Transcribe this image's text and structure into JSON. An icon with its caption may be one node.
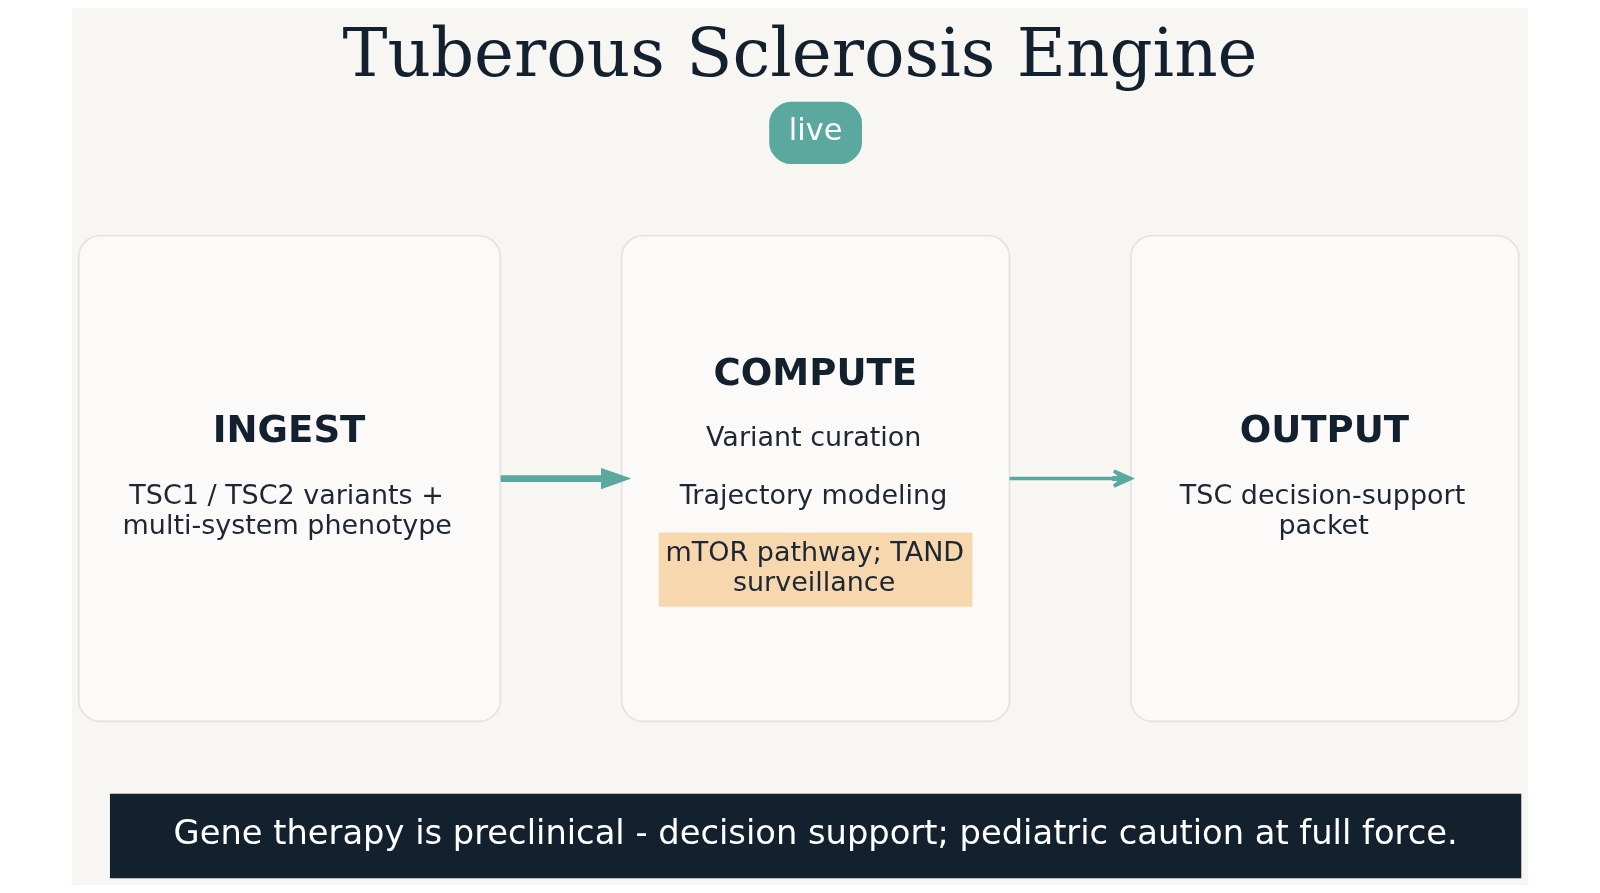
{
  "diagram": {
    "title": "Tuberous Sclerosis Engine",
    "nodes": [
      {
        "text": [
          "INGEST",
          "TSC1 / TSC2 variants + multi-system phenotype"
        ]
      },
      {
        "text": [
          "COMPUTE",
          "Variant curation",
          "Trajectory modeling",
          "mTOR pathway; TAND surveillance"
        ]
      },
      {
        "text": [
          "OUTPUT",
          "TSC decision-support packet"
        ]
      }
    ],
    "edges": [
      {
        "from": 0,
        "to": 1,
        "arrow": "to",
        "style": "thick"
      },
      {
        "from": 1,
        "to": 2,
        "arrow": "to"
      }
    ],
    "labels": [
      "live",
      "Gene therapy is preclinical - decision support; pediatric caution at full force."
    ]
  }
}
